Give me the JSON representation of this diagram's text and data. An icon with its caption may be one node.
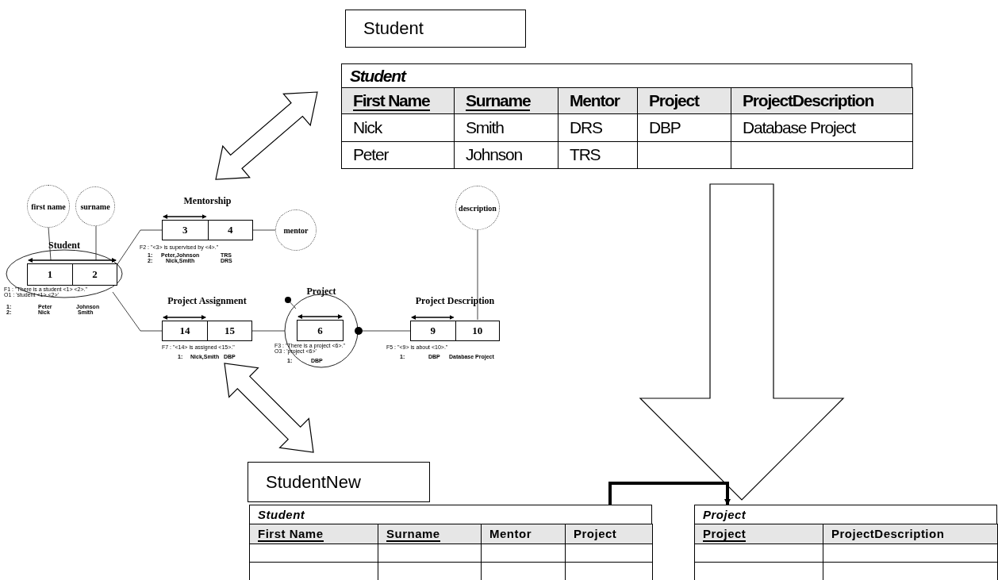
{
  "diagram": {
    "nodes": [
      {
        "text": [
          "Student"
        ]
      },
      {
        "text": [
          "Student"
        ]
      },
      {
        "text": [
          "Student"
        ]
      },
      {
        "text": [
          "first name"
        ]
      },
      {
        "text": [
          "surname"
        ]
      },
      {
        "text": [
          "1",
          "2"
        ],
        "in": 2,
        "beside": [
          "F1 : \"There is a student <1> <2>.\"",
          "O1 : 'student <1> <2>'",
          "1:",
          "Peter",
          "Johnson",
          "2:",
          "Nick",
          "Smith"
        ]
      },
      {
        "text": [
          "Mentorship",
          "3",
          "4"
        ],
        "beside": [
          "F2 : \"<3> is supervised by <4>.\"",
          "1:",
          "Peter,Johnson",
          "TRS",
          "2:",
          "Nick,Smith",
          "DRS"
        ]
      },
      {
        "text": [
          "mentor"
        ]
      },
      {
        "text": [
          "Project Assignment",
          "14",
          "15"
        ],
        "beside": [
          "F7 : \"<14> is assigned <15>.\"",
          "1:",
          "Nick,Smith",
          "DBP"
        ]
      },
      {
        "text": [
          "Project"
        ]
      },
      {
        "text": [
          "6"
        ],
        "in": 9,
        "beside": [
          "F3 : \"There is a project <6>.\"",
          "O3 : 'project <6>'",
          "1:",
          "DBP"
        ]
      },
      {
        "text": [
          "Project Description",
          "9",
          "10"
        ],
        "beside": [
          "F5 : \"<9> is about <10>.\"",
          "1:",
          "DBP",
          "Database Project"
        ]
      },
      {
        "text": [
          "description"
        ]
      },
      {
        "text": [
          "StudentNew"
        ]
      },
      {
        "text": [
          "Student"
        ]
      },
      {
        "text": [
          "Project"
        ]
      }
    ],
    "edges": [
      {
        "from": 1,
        "to": 6,
        "arrow": "both"
      },
      {
        "from": 1,
        "to": 15,
        "arrow": "to"
      },
      {
        "from": 8,
        "to": 13,
        "arrow": "both"
      },
      {
        "from": 14,
        "to": 15,
        "arrow": "to",
        "style": "thick"
      },
      {
        "from": 3,
        "to": 5,
        "arrow": "none"
      },
      {
        "from": 4,
        "to": 5,
        "arrow": "none"
      },
      {
        "from": 2,
        "to": 6,
        "arrow": "none"
      },
      {
        "from": 6,
        "to": 7,
        "arrow": "none"
      },
      {
        "from": 2,
        "to": 8,
        "arrow": "none"
      },
      {
        "from": 8,
        "to": 9,
        "arrow": "none"
      },
      {
        "from": 9,
        "to": 11,
        "arrow": "none"
      },
      {
        "from": 11,
        "to": 12,
        "arrow": "none"
      }
    ],
    "labels": [
      "First Name",
      "Surname",
      "Mentor",
      "Project",
      "ProjectDescription",
      "Nick",
      "Smith",
      "DRS",
      "DBP",
      "Database Project",
      "Peter",
      "Johnson",
      "TRS",
      "First Name",
      "Surname",
      "Mentor",
      "Project",
      "Project",
      "ProjectDescription"
    ]
  }
}
